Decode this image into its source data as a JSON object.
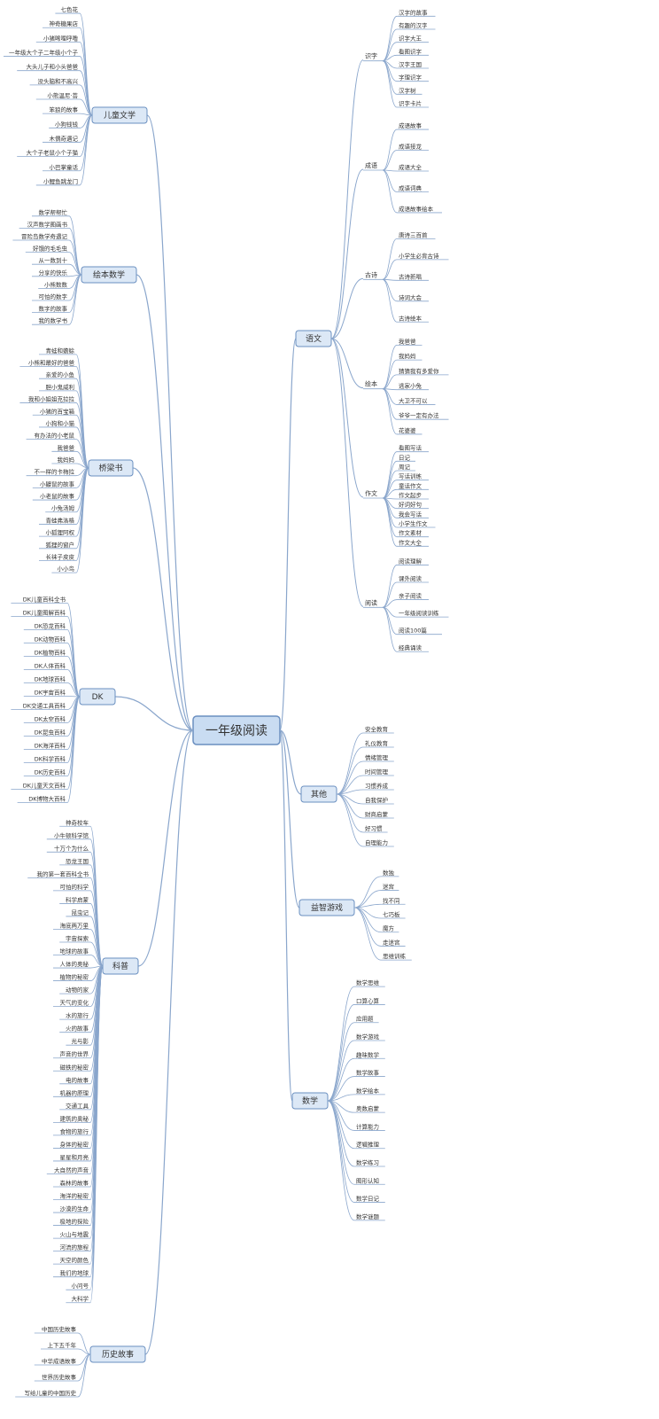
{
  "root": "一年级阅读",
  "branches": [
    {
      "label": "儿童文学",
      "side": "left",
      "items": [
        "七色花",
        "神奇糖果店",
        "小猪唏哩呼噜",
        "一年级大个子二年级小个子",
        "大头儿子和小头爸爸",
        "没头脑和不高兴",
        "小熊温尼·菩",
        "笨狼的故事",
        "小狗钱钱",
        "木偶奇遇记",
        "大个子老鼠小个子猫",
        "小巴掌童话",
        "小鲤鱼跳龙门"
      ]
    },
    {
      "label": "绘本数学",
      "side": "left",
      "items": [
        "数学帮帮忙",
        "汉声数学图画书",
        "冒险岛数学奇遇记",
        "好饿的毛毛虫",
        "从一数到十",
        "分享的快乐",
        "小熊数数",
        "可怕的数字",
        "数字的故事",
        "我的数学书"
      ]
    },
    {
      "label": "桥梁书",
      "side": "left",
      "items": [
        "青蛙和蟾蜍",
        "小熊和最好的爸爸",
        "亲爱的小鱼",
        "胆小鬼威利",
        "我和小姐姐克拉拉",
        "小猪的百宝箱",
        "小狗和小猫",
        "有办法的小老鼠",
        "我爸爸",
        "我妈妈",
        "不一样的卡梅拉",
        "小鼹鼠的故事",
        "小老鼠的故事",
        "小兔汤姆",
        "青蛙弗洛格",
        "小狐狸阿权",
        "狐狸的窗户",
        "长袜子皮皮",
        "小小鸟"
      ]
    },
    {
      "label": "DK",
      "side": "left",
      "items": [
        "DK儿童百科全书",
        "DK儿童图解百科",
        "DK恐龙百科",
        "DK动物百科",
        "DK植物百科",
        "DK人体百科",
        "DK地球百科",
        "DK宇宙百科",
        "DK交通工具百科",
        "DK太空百科",
        "DK昆虫百科",
        "DK海洋百科",
        "DK科学百科",
        "DK历史百科",
        "DK儿童天文百科",
        "DK博物大百科"
      ]
    },
    {
      "label": "科普",
      "side": "left",
      "items": [
        "神奇校车",
        "小牛顿科学馆",
        "十万个为什么",
        "恐龙王国",
        "我的第一套百科全书",
        "可怕的科学",
        "科学启蒙",
        "昆虫记",
        "海底两万里",
        "宇宙探索",
        "地球的故事",
        "人体的奥秘",
        "植物的秘密",
        "动物的家",
        "天气的变化",
        "水的旅行",
        "火的故事",
        "光与影",
        "声音的世界",
        "磁铁的秘密",
        "电的故事",
        "机器的原理",
        "交通工具",
        "建筑的奥秘",
        "食物的旅行",
        "身体的秘密",
        "星星和月亮",
        "大自然的声音",
        "森林的故事",
        "海洋的秘密",
        "沙漠的生命",
        "极地的探险",
        "火山与地震",
        "河流的旅程",
        "天空的颜色",
        "我们的地球",
        "小问号",
        "大科学"
      ]
    },
    {
      "label": "历史故事",
      "side": "left",
      "items": [
        "中国历史故事",
        "上下五千年",
        "中华成语故事",
        "世界历史故事",
        "写给儿童的中国历史"
      ]
    },
    {
      "label": "语文",
      "side": "right",
      "groups": [
        {
          "label": "识字",
          "items": [
            "汉字的故事",
            "有趣的汉字",
            "识字大王",
            "看图识字",
            "汉字王国",
            "字理识字",
            "汉字树",
            "识字卡片"
          ]
        },
        {
          "label": "成语",
          "items": [
            "成语故事",
            "成语接龙",
            "成语大全",
            "成语词典",
            "成语故事绘本"
          ]
        },
        {
          "label": "古诗",
          "items": [
            "唐诗三百首",
            "小学生必背古诗",
            "古诗新唱",
            "诗词大会",
            "古诗绘本"
          ]
        },
        {
          "label": "绘本",
          "items": [
            "我爸爸",
            "我妈妈",
            "猜猜我有多爱你",
            "逃家小兔",
            "大卫不可以",
            "爷爷一定有办法",
            "花婆婆"
          ]
        },
        {
          "label": "作文",
          "items": [
            "看图写话",
            "日记",
            "周记",
            "写话训练",
            "童话作文",
            "作文起步",
            "好词好句",
            "我会写话",
            "小学生作文",
            "作文素材",
            "作文大全"
          ]
        },
        {
          "label": "阅读",
          "items": [
            "阅读理解",
            "课外阅读",
            "亲子阅读",
            "一年级阅读训练",
            "阅读100篇",
            "经典诵读"
          ]
        }
      ]
    },
    {
      "label": "其他",
      "side": "right",
      "items": [
        "安全教育",
        "礼仪教育",
        "情绪管理",
        "时间管理",
        "习惯养成",
        "自我保护",
        "财商启蒙",
        "好习惯",
        "自理能力"
      ]
    },
    {
      "label": "益智游戏",
      "side": "right",
      "items": [
        "数独",
        "迷宫",
        "找不同",
        "七巧板",
        "魔方",
        "走迷宫",
        "思维训练"
      ]
    },
    {
      "label": "数学",
      "side": "right",
      "items": [
        "数学思维",
        "口算心算",
        "应用题",
        "数学游戏",
        "趣味数学",
        "数学故事",
        "数学绘本",
        "奥数启蒙",
        "计算能力",
        "逻辑推理",
        "数学练习",
        "图形认知",
        "数学日记",
        "数学谜题"
      ]
    }
  ],
  "colors": {
    "node_border": "#6a8fc0",
    "node_fill": "#dce8f6",
    "root_fill": "#c9dcf2",
    "line": "#8aa6cc",
    "text": "#333333"
  }
}
